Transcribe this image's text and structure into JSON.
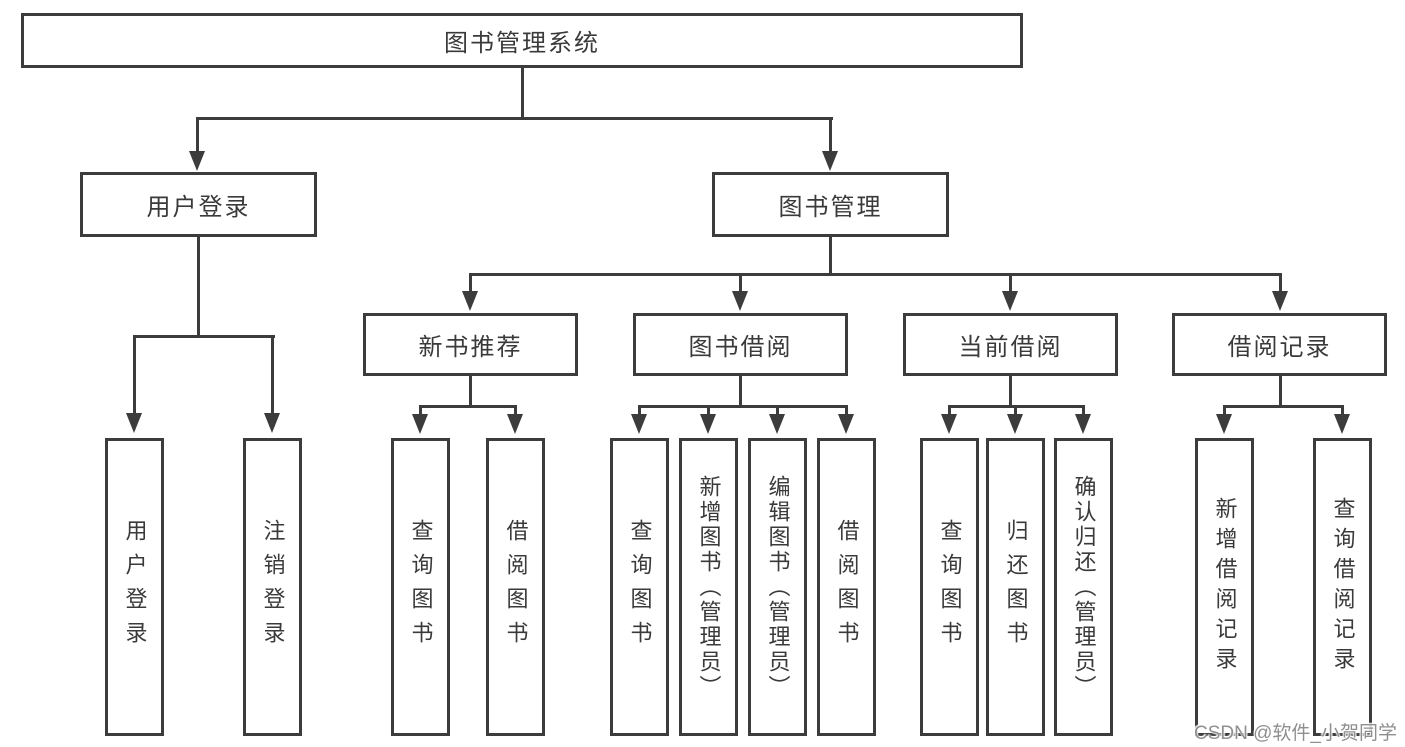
{
  "diagram": {
    "type": "tree",
    "nodes": {
      "root": {
        "label": "图书管理系统"
      },
      "user_login": {
        "label": "用户登录"
      },
      "book_mgmt": {
        "label": "图书管理"
      },
      "new_book_rec": {
        "label": "新书推荐"
      },
      "book_borrow": {
        "label": "图书借阅"
      },
      "current_borrow": {
        "label": "当前借阅"
      },
      "borrow_records": {
        "label": "借阅记录"
      },
      "ul_user_login": {
        "label": "用户登录"
      },
      "ul_logout": {
        "label": "注销登录"
      },
      "nr_query_book": {
        "label": "查询图书"
      },
      "nr_borrow_book": {
        "label": "借阅图书"
      },
      "bb_query_book": {
        "label": "查询图书"
      },
      "bb_add_book": {
        "label": "新增图书（管理员）"
      },
      "bb_edit_book": {
        "label": "编辑图书（管理员）"
      },
      "bb_borrow_book": {
        "label": "借阅图书"
      },
      "cb_query_book": {
        "label": "查询图书"
      },
      "cb_return_book": {
        "label": "归还图书"
      },
      "cb_confirm_return": {
        "label": "确认归还（管理员）"
      },
      "br_add_record": {
        "label": "新增借阅记录"
      },
      "br_query_record": {
        "label": "查询借阅记录"
      }
    },
    "edges": [
      [
        "root",
        "user_login"
      ],
      [
        "root",
        "book_mgmt"
      ],
      [
        "user_login",
        "ul_user_login"
      ],
      [
        "user_login",
        "ul_logout"
      ],
      [
        "book_mgmt",
        "new_book_rec"
      ],
      [
        "book_mgmt",
        "book_borrow"
      ],
      [
        "book_mgmt",
        "current_borrow"
      ],
      [
        "book_mgmt",
        "borrow_records"
      ],
      [
        "new_book_rec",
        "nr_query_book"
      ],
      [
        "new_book_rec",
        "nr_borrow_book"
      ],
      [
        "book_borrow",
        "bb_query_book"
      ],
      [
        "book_borrow",
        "bb_add_book"
      ],
      [
        "book_borrow",
        "bb_edit_book"
      ],
      [
        "book_borrow",
        "bb_borrow_book"
      ],
      [
        "current_borrow",
        "cb_query_book"
      ],
      [
        "current_borrow",
        "cb_return_book"
      ],
      [
        "current_borrow",
        "cb_confirm_return"
      ],
      [
        "borrow_records",
        "br_add_record"
      ],
      [
        "borrow_records",
        "br_query_record"
      ]
    ]
  },
  "watermark": {
    "label": "CSDN @软件_小贺同学"
  },
  "colors": {
    "line": "#3c3c3c",
    "text": "#3a3a3a",
    "watermark": "#8f8f8f",
    "background": "#ffffff"
  }
}
